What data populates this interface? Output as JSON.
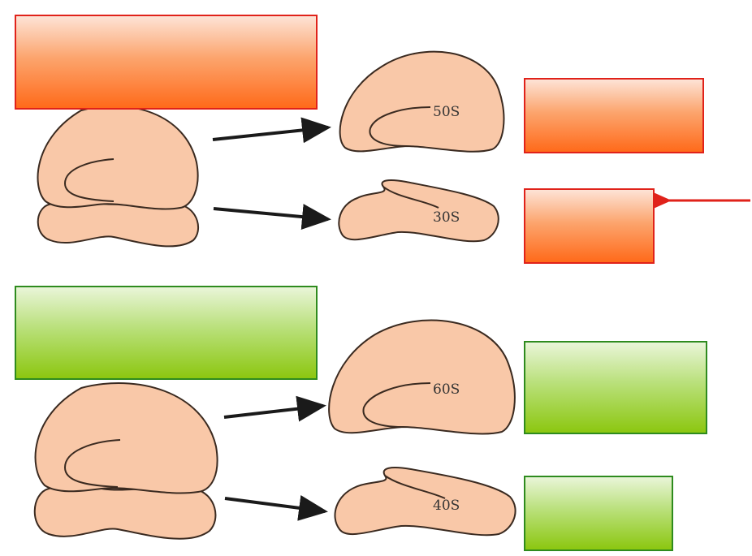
{
  "colors": {
    "ribosome_fill": "#f9c8a8",
    "ribosome_stroke": "#3a2a20",
    "arrow": "#1a1a1a",
    "pointer_arrow": "#e0221a",
    "prokaryote_box_border": "#e0221a",
    "eukaryote_box_border": "#2e8b1e"
  },
  "prokaryote": {
    "large_subunit_label": "50S",
    "small_subunit_label": "30S"
  },
  "eukaryote": {
    "large_subunit_label": "60S",
    "small_subunit_label": "40S"
  }
}
